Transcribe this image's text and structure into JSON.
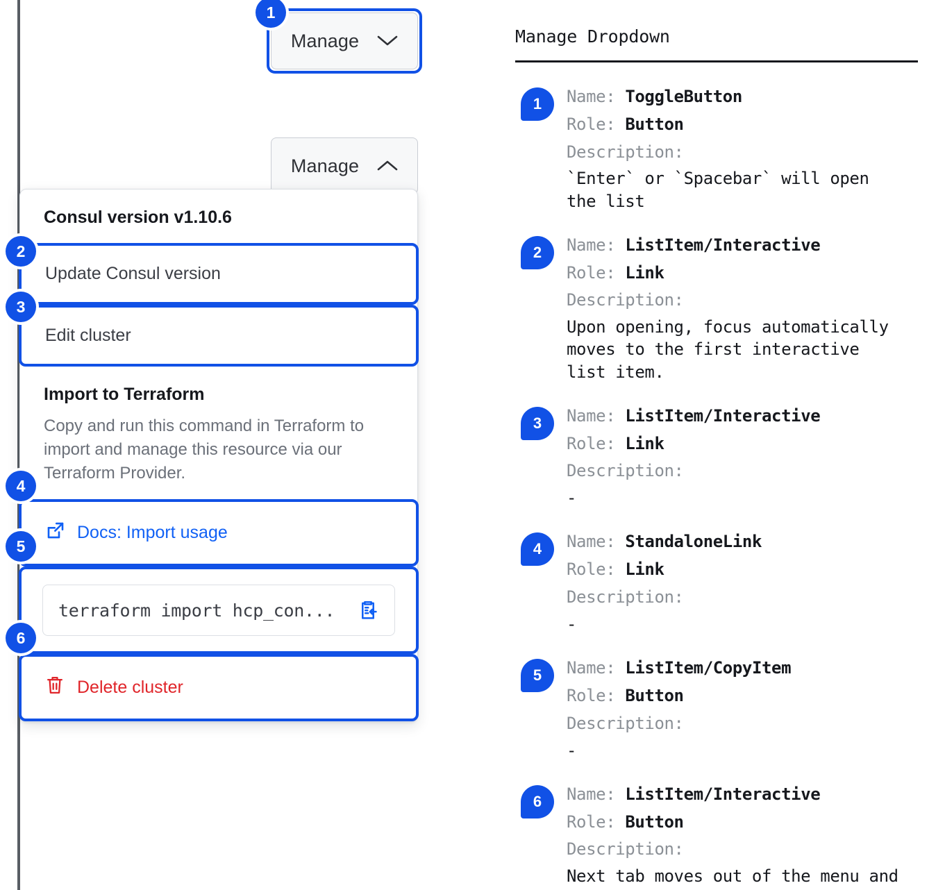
{
  "left": {
    "toggle_closed": {
      "label": "Manage",
      "icon": "chevron-down-icon",
      "marker": "1"
    },
    "toggle_open": {
      "label": "Manage",
      "icon": "chevron-up-icon"
    },
    "dropdown": {
      "version_header": "Consul version v1.10.6",
      "items": [
        {
          "marker": "2",
          "label": "Update Consul version"
        },
        {
          "marker": "3",
          "label": "Edit cluster"
        }
      ],
      "terraform": {
        "title": "Import to Terraform",
        "body": "Copy and run this command in Terraform to import and manage this resource via our Terraform Provider.",
        "docs_link": {
          "marker": "4",
          "label": "Docs: Import usage",
          "icon": "external-link-icon"
        },
        "command": {
          "marker": "5",
          "value": "terraform import hcp_con...",
          "copy_icon": "clipboard-paste-icon"
        }
      },
      "delete": {
        "marker": "6",
        "label": "Delete cluster",
        "icon": "trash-icon"
      }
    }
  },
  "right": {
    "title": "Manage Dropdown",
    "labels": {
      "name": "Name:",
      "role": "Role:",
      "description": "Description:"
    },
    "entries": [
      {
        "marker": "1",
        "name": "ToggleButton",
        "role": "Button",
        "description": "`Enter` or `Spacebar` will open\nthe list"
      },
      {
        "marker": "2",
        "name": "ListItem/Interactive",
        "role": "Link",
        "description": "Upon opening, focus automatically\nmoves to the first interactive\nlist item."
      },
      {
        "marker": "3",
        "name": "ListItem/Interactive",
        "role": "Link",
        "description": "-"
      },
      {
        "marker": "4",
        "name": "StandaloneLink",
        "role": "Link",
        "description": "-"
      },
      {
        "marker": "5",
        "name": "ListItem/CopyItem",
        "role": "Button",
        "description": "-"
      },
      {
        "marker": "6",
        "name": "ListItem/Interactive",
        "role": "Button",
        "description": "Next tab moves out of the menu and\nto the next focusable element"
      }
    ]
  },
  "colors": {
    "accent": "#1151e6",
    "danger": "#e0252a",
    "link": "#1161f5",
    "rule": "#4a4f57"
  }
}
